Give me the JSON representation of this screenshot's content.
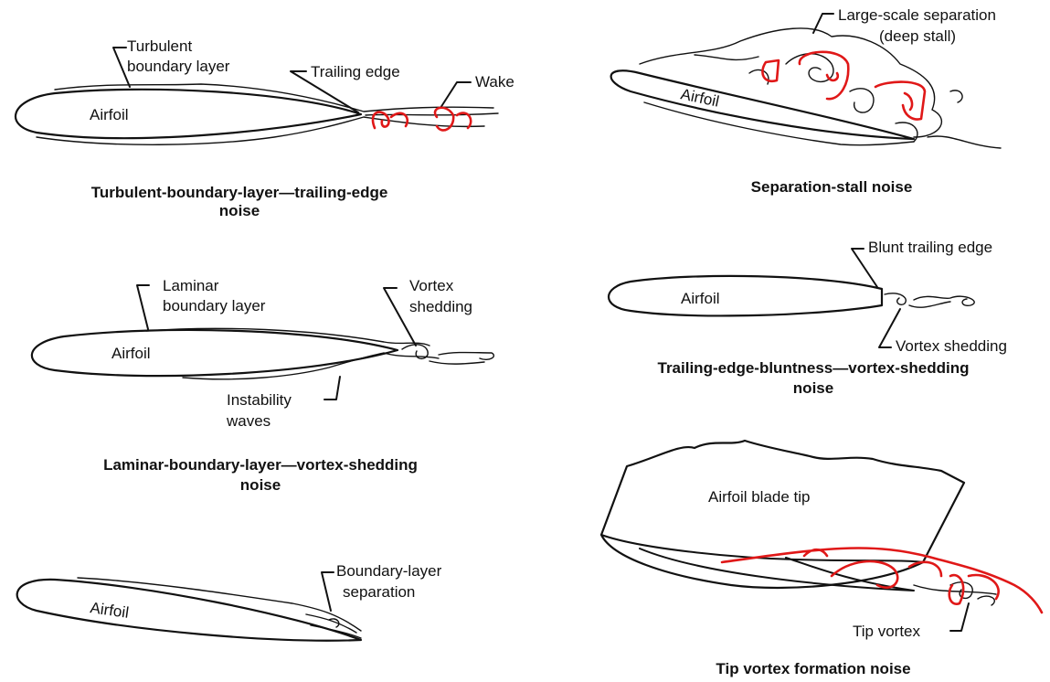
{
  "panels": {
    "tbl": {
      "airfoil": "Airfoil",
      "turbulent_line1": "Turbulent",
      "turbulent_line2": "boundary layer",
      "trailing_edge": "Trailing edge",
      "wake": "Wake",
      "caption_line1": "Turbulent-boundary-layer—trailing-edge",
      "caption_line2": "noise"
    },
    "stall": {
      "airfoil": "Airfoil",
      "separation_line1": "Large-scale separation",
      "separation_line2": "(deep stall)",
      "caption": "Separation-stall noise"
    },
    "laminar": {
      "airfoil": "Airfoil",
      "laminar_line1": "Laminar",
      "laminar_line2": "boundary layer",
      "vortex_line1": "Vortex",
      "vortex_line2": "shedding",
      "instability_line1": "Instability",
      "instability_line2": "waves",
      "caption_line1": "Laminar-boundary-layer—vortex-shedding",
      "caption_line2": "noise"
    },
    "blunt": {
      "airfoil": "Airfoil",
      "blunt_te": "Blunt trailing edge",
      "vortex_shedding": "Vortex shedding",
      "caption_line1": "Trailing-edge-bluntness—vortex-shedding",
      "caption_line2": "noise"
    },
    "bls": {
      "airfoil": "Airfoil",
      "bls_line1": "Boundary-layer",
      "bls_line2": "separation"
    },
    "tip": {
      "blade_tip": "Airfoil blade tip",
      "tip_vortex": "Tip vortex",
      "caption": "Tip vortex formation noise"
    }
  },
  "colors": {
    "ink": "#111111",
    "annotation": "#e01818",
    "background": "#ffffff"
  }
}
